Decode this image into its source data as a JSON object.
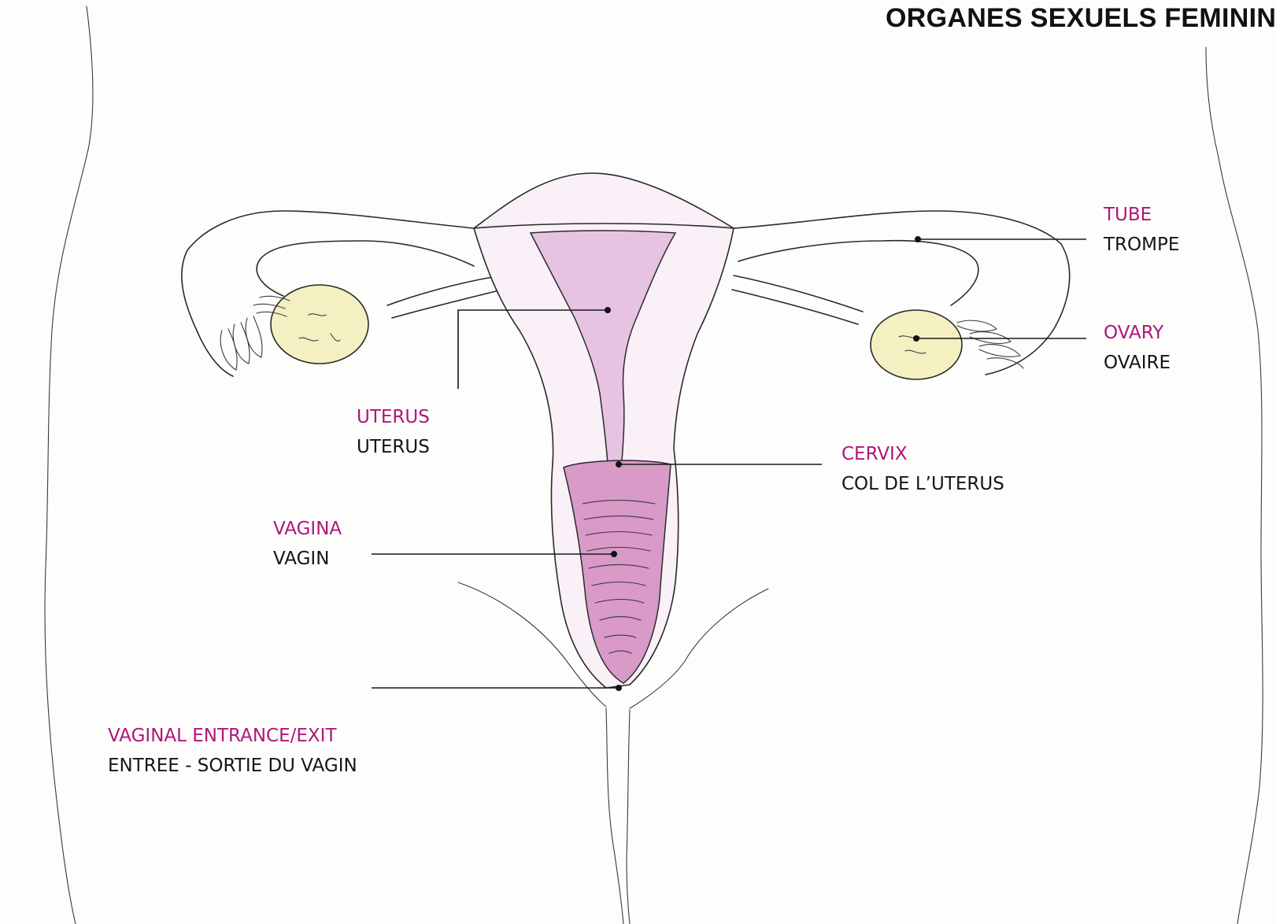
{
  "title": "ORGANES SEXUELS FEMININS",
  "colors": {
    "label_english": "#b0167a",
    "label_french": "#151515",
    "uterus_fill": "#e7c3e3",
    "vagina_fill": "#d99ac8",
    "ovary_fill": "#f5f0c2",
    "outline": "#2a2a2a"
  },
  "labels": {
    "tube": {
      "en": "TUBE",
      "fr": "TROMPE"
    },
    "ovary": {
      "en": "OVARY",
      "fr": "OVAIRE"
    },
    "uterus": {
      "en": "UTERUS",
      "fr": "UTERUS"
    },
    "cervix": {
      "en": "CERVIX",
      "fr": "COL DE L’UTERUS"
    },
    "vagina": {
      "en": "VAGINA",
      "fr": "VAGIN"
    },
    "entrance": {
      "en": "VAGINAL ENTRANCE/EXIT",
      "fr": "ENTREE - SORTIE DU VAGIN"
    }
  }
}
